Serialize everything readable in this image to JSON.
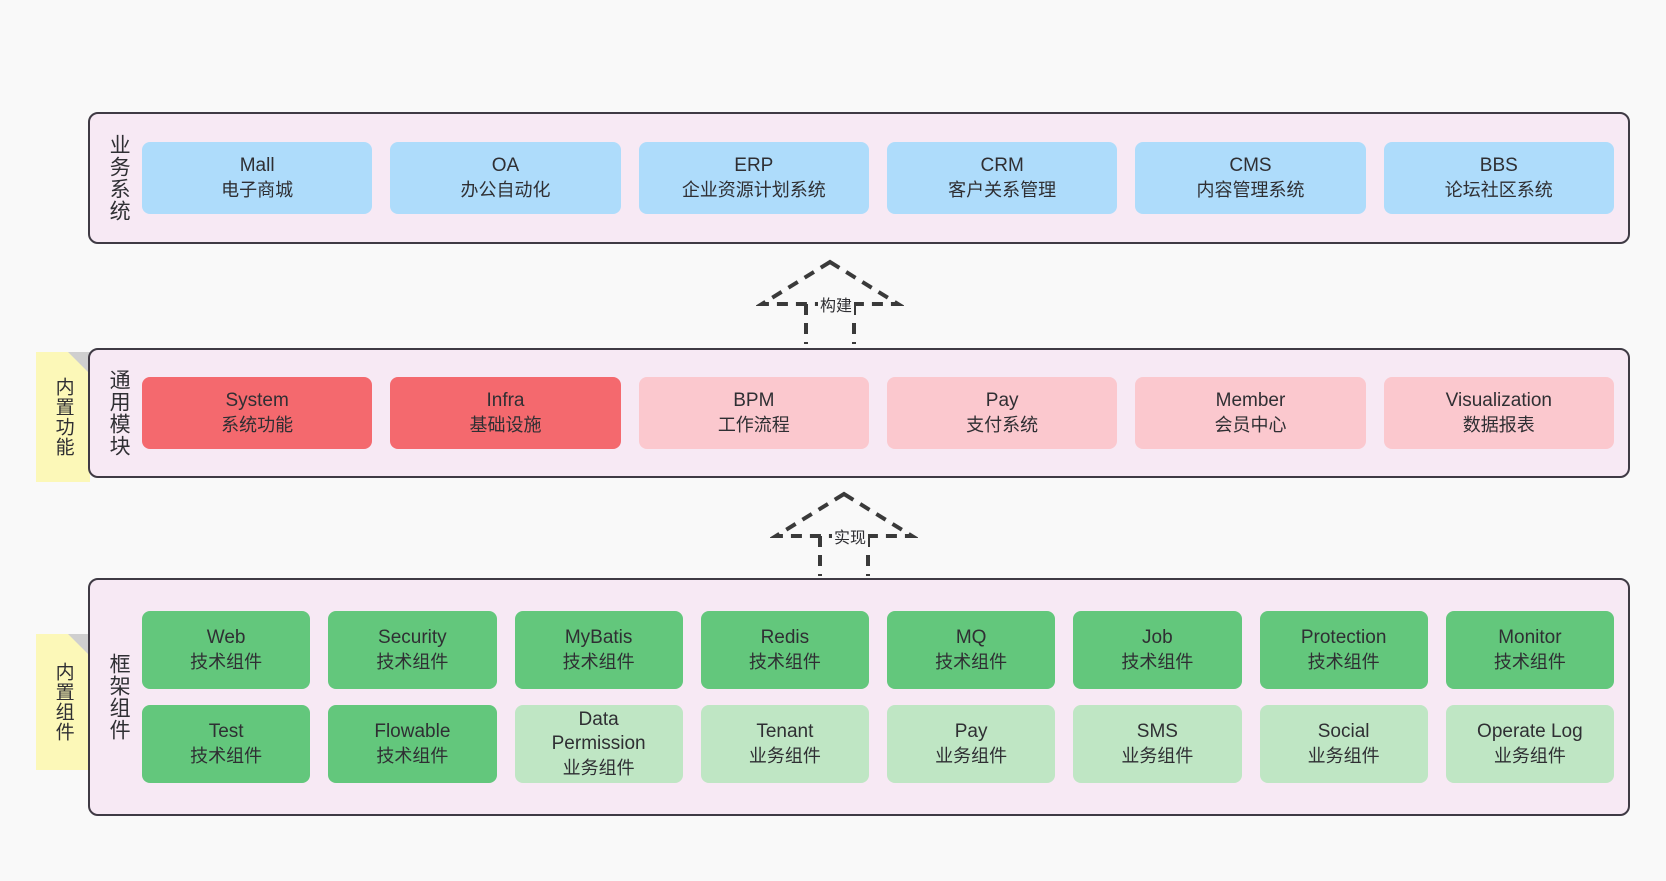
{
  "diagram": {
    "background": "#F9F9F9",
    "colors": {
      "band_fill": "#F7E9F4",
      "band_border": "#3F3A44",
      "blue": "#AEDCFB",
      "red": "#F4696E",
      "pink": "#FBC8CE",
      "green": "#63C77C",
      "light_green": "#BFE6C4",
      "sticky_yellow": "#FCF8B8",
      "sticky_fold": "#CFCFCF",
      "connector": "#3A3A3A"
    }
  },
  "layers": [
    {
      "id": "business-systems",
      "label": "业务系统",
      "rows": [
        {
          "style": "blue",
          "cards": [
            {
              "title": "Mall",
              "subtitle": "电子商城"
            },
            {
              "title": "OA",
              "subtitle": "办公自动化"
            },
            {
              "title": "ERP",
              "subtitle": "企业资源计划系统"
            },
            {
              "title": "CRM",
              "subtitle": "客户关系管理"
            },
            {
              "title": "CMS",
              "subtitle": "内容管理系统"
            },
            {
              "title": "BBS",
              "subtitle": "论坛社区系统"
            }
          ]
        }
      ]
    },
    {
      "id": "common-modules",
      "label": "通用模块",
      "sticky": "内置功能",
      "rows": [
        {
          "style": "mixed",
          "cards": [
            {
              "title": "System",
              "subtitle": "系统功能",
              "style": "red"
            },
            {
              "title": "Infra",
              "subtitle": "基础设施",
              "style": "red"
            },
            {
              "title": "BPM",
              "subtitle": "工作流程",
              "style": "pink"
            },
            {
              "title": "Pay",
              "subtitle": "支付系统",
              "style": "pink"
            },
            {
              "title": "Member",
              "subtitle": "会员中心",
              "style": "pink"
            },
            {
              "title": "Visualization",
              "subtitle": "数据报表",
              "style": "pink"
            }
          ]
        }
      ]
    },
    {
      "id": "framework-components",
      "label": "框架组件",
      "sticky": "内置组件",
      "rows": [
        {
          "style": "green",
          "cards": [
            {
              "title": "Web",
              "subtitle": "技术组件",
              "style": "green"
            },
            {
              "title": "Security",
              "subtitle": "技术组件",
              "style": "green"
            },
            {
              "title": "MyBatis",
              "subtitle": "技术组件",
              "style": "green"
            },
            {
              "title": "Redis",
              "subtitle": "技术组件",
              "style": "green"
            },
            {
              "title": "MQ",
              "subtitle": "技术组件",
              "style": "green"
            },
            {
              "title": "Job",
              "subtitle": "技术组件",
              "style": "green"
            },
            {
              "title": "Protection",
              "subtitle": "技术组件",
              "style": "green"
            },
            {
              "title": "Monitor",
              "subtitle": "技术组件",
              "style": "green"
            }
          ]
        },
        {
          "style": "green-mixed",
          "cards": [
            {
              "title": "Test",
              "subtitle": "技术组件",
              "style": "green"
            },
            {
              "title": "Flowable",
              "subtitle": "技术组件",
              "style": "green"
            },
            {
              "title": "Data Permission",
              "subtitle": "业务组件",
              "style": "light_green"
            },
            {
              "title": "Tenant",
              "subtitle": "业务组件",
              "style": "light_green"
            },
            {
              "title": "Pay",
              "subtitle": "业务组件",
              "style": "light_green"
            },
            {
              "title": "SMS",
              "subtitle": "业务组件",
              "style": "light_green"
            },
            {
              "title": "Social",
              "subtitle": "业务组件",
              "style": "light_green"
            },
            {
              "title": "Operate Log",
              "subtitle": "业务组件",
              "style": "light_green"
            }
          ]
        }
      ]
    }
  ],
  "connectors": [
    {
      "id": "build",
      "label": "构建",
      "from": "common-modules",
      "to": "business-systems"
    },
    {
      "id": "implement",
      "label": "实现",
      "from": "framework-components",
      "to": "common-modules"
    }
  ]
}
